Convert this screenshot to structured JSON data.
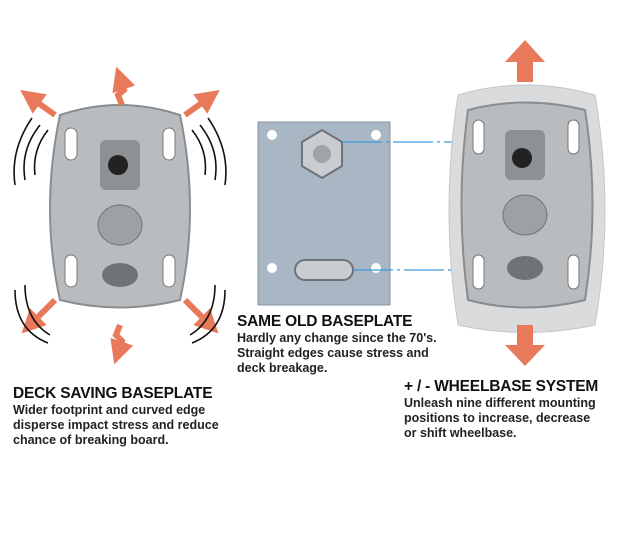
{
  "colors": {
    "arrow": "#e8795a",
    "guide": "#3a9ad9",
    "plate": "#b9bcbf",
    "plate_dark": "#7e8286"
  },
  "left": {
    "title": "DECK SAVING BASEPLATE",
    "lines": [
      "Wider footprint and curved edge",
      "disperse impact stress and reduce",
      "chance of breaking board."
    ]
  },
  "middle": {
    "title": "SAME OLD BASEPLATE",
    "lines": [
      "Hardly any change since the 70's.",
      "Straight edges cause stress and",
      "deck breakage."
    ]
  },
  "right": {
    "title": "+ / - WHEELBASE SYSTEM",
    "lines": [
      "Unleash nine different mounting",
      "positions to increase, decrease",
      "or shift wheelbase."
    ]
  }
}
